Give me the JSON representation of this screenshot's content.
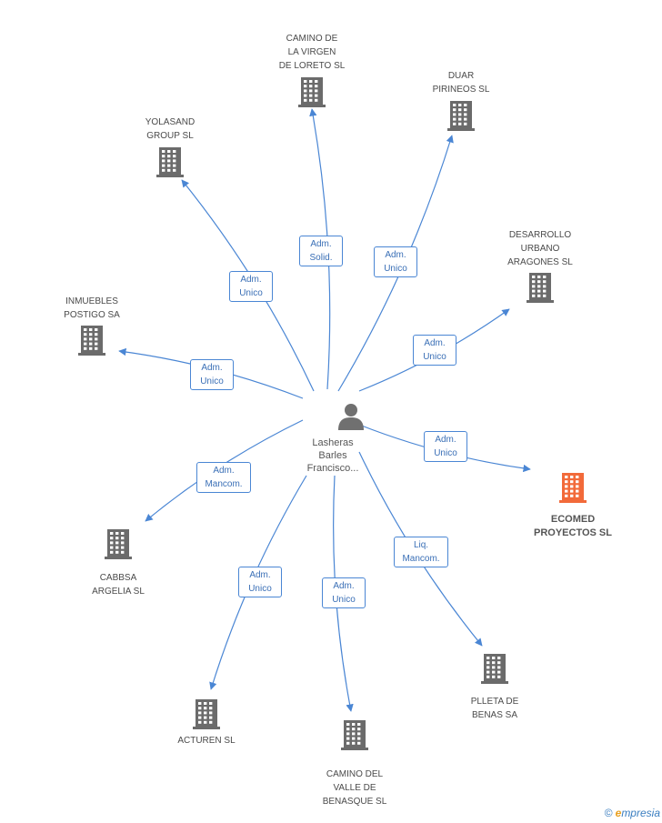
{
  "center": {
    "name": "Lasheras\nBarles\nFrancisco...",
    "icon": "person-icon"
  },
  "companies": [
    {
      "id": "camino-virgen",
      "name": "CAMINO DE\nLA VIRGEN\nDE LORETO SL",
      "icon": "building-icon"
    },
    {
      "id": "duar",
      "name": "DUAR\nPIRINEOS SL",
      "icon": "building-icon"
    },
    {
      "id": "yolasand",
      "name": "YOLASAND\nGROUP SL",
      "icon": "building-icon"
    },
    {
      "id": "desarrollo",
      "name": "DESARROLLO\nURBANO\nARAGONES SL",
      "icon": "building-icon"
    },
    {
      "id": "inmuebles",
      "name": "INMUEBLES\nPOSTIGO SA",
      "icon": "building-icon"
    },
    {
      "id": "ecomed",
      "name": "ECOMED\nPROYECTOS SL",
      "icon": "building-icon",
      "highlight": true
    },
    {
      "id": "cabbsa",
      "name": "CABBSA\nARGELIA SL",
      "icon": "building-icon"
    },
    {
      "id": "plleta",
      "name": "PLLETA DE\nBENAS SA",
      "icon": "building-icon"
    },
    {
      "id": "acturen",
      "name": "ACTUREN SL",
      "icon": "building-icon"
    },
    {
      "id": "camino-valle",
      "name": "CAMINO DEL\nVALLE DE\nBENASQUE SL",
      "icon": "building-icon"
    }
  ],
  "relations": [
    {
      "to": "camino-virgen",
      "label": "Adm.\nSolid."
    },
    {
      "to": "duar",
      "label": "Adm.\nUnico"
    },
    {
      "to": "yolasand",
      "label": "Adm.\nUnico"
    },
    {
      "to": "desarrollo",
      "label": "Adm.\nUnico"
    },
    {
      "to": "inmuebles",
      "label": "Adm.\nUnico"
    },
    {
      "to": "ecomed",
      "label": "Adm.\nUnico"
    },
    {
      "to": "cabbsa",
      "label": "Adm.\nMancom."
    },
    {
      "to": "plleta",
      "label": "Liq.\nMancom."
    },
    {
      "to": "acturen",
      "label": "Adm.\nUnico"
    },
    {
      "to": "camino-valle",
      "label": "Adm.\nUnico"
    }
  ],
  "colors": {
    "edge": "#4a86d4",
    "building": "#6b6b6b",
    "highlight": "#f26a3a",
    "person": "#707070"
  },
  "footer": {
    "copyright": "©",
    "brand_initial": "e",
    "brand_rest": "mpresia"
  }
}
